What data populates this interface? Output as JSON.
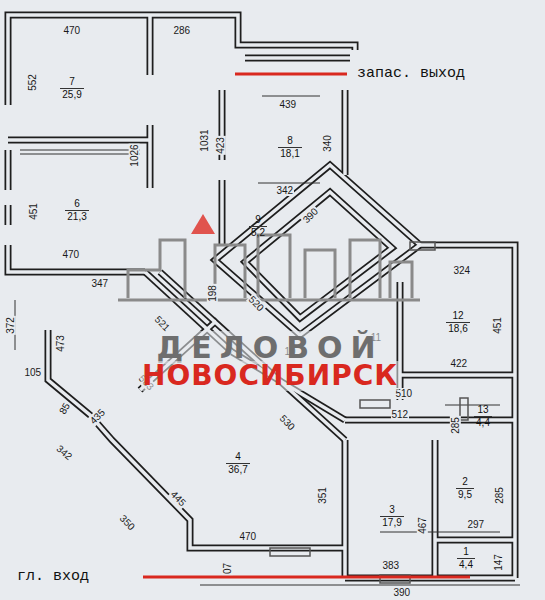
{
  "diagram": {
    "nodes": [
      {
        "text": [
          "7",
          "25,9"
        ]
      },
      {
        "text": [
          "8",
          "18,1"
        ]
      },
      {
        "text": [
          "6",
          "21,3"
        ]
      },
      {
        "text": [
          "9",
          "5,2"
        ]
      },
      {
        "text": [
          "10"
        ]
      },
      {
        "text": [
          "11"
        ]
      },
      {
        "text": [
          "12",
          "18,6"
        ]
      },
      {
        "text": [
          "13",
          "4,4"
        ]
      },
      {
        "text": [
          "4",
          "36,7"
        ]
      },
      {
        "text": [
          "2",
          "9,5"
        ]
      },
      {
        "text": [
          "3",
          "17,9"
        ]
      },
      {
        "text": [
          "1",
          "4,4"
        ]
      }
    ],
    "labels": [
      "470",
      "286",
      "552",
      "439",
      "1031",
      "423",
      "340",
      "1026",
      "342",
      "390",
      "451",
      "470",
      "347",
      "198",
      "324",
      "521",
      "520",
      "451",
      "372",
      "473",
      "105",
      "422",
      "510",
      "583",
      "530",
      "512",
      "285",
      "435",
      "85",
      "342",
      "351",
      "297",
      "445",
      "350",
      "470",
      "467",
      "285",
      "383",
      "147",
      "07",
      "390",
      "запас. выход",
      "гл. вход",
      "ДЕЛОВОЙ",
      "НОВОСИБИРСК"
    ]
  }
}
